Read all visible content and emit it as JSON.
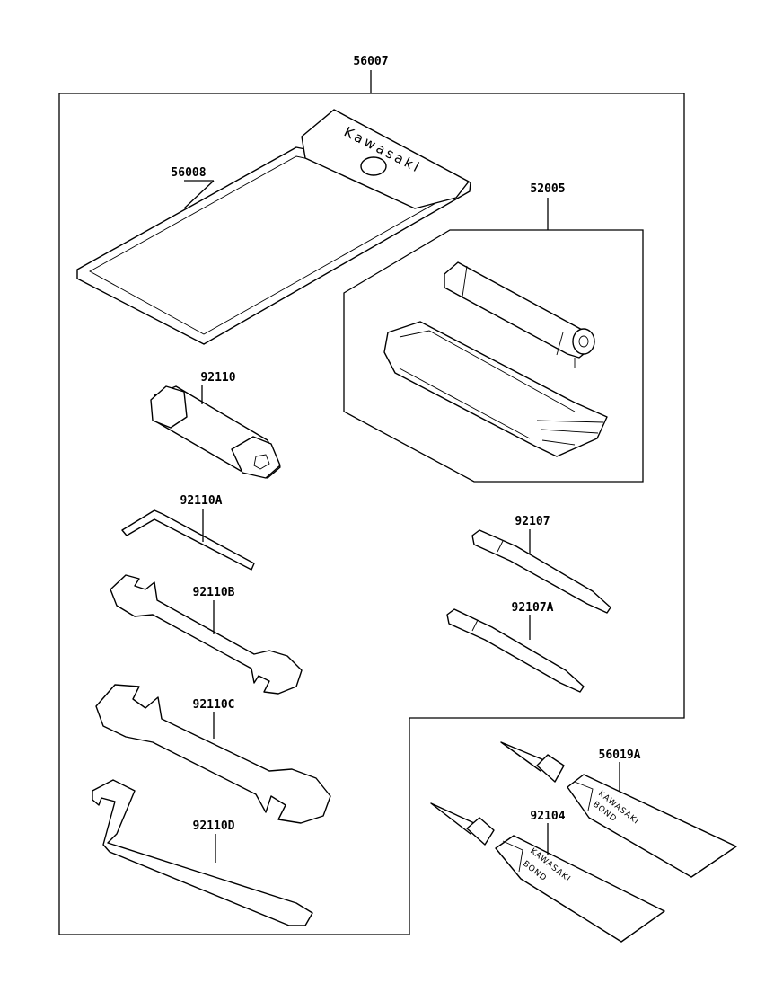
{
  "parts": {
    "p56007": "56007",
    "p56008": "56008",
    "p52005": "52005",
    "p92110": "92110",
    "p92110A": "92110A",
    "p92110B": "92110B",
    "p92110C": "92110C",
    "p92110D": "92110D",
    "p92107": "92107",
    "p92107A": "92107A",
    "p56019A": "56019A",
    "p92104": "92104"
  },
  "brand": {
    "pouch": "Kawasaki",
    "tube1_line1": "KAWASAKI",
    "tube1_line2": "BOND",
    "tube2_line1": "KAWASAKI",
    "tube2_line2": "BOND"
  }
}
